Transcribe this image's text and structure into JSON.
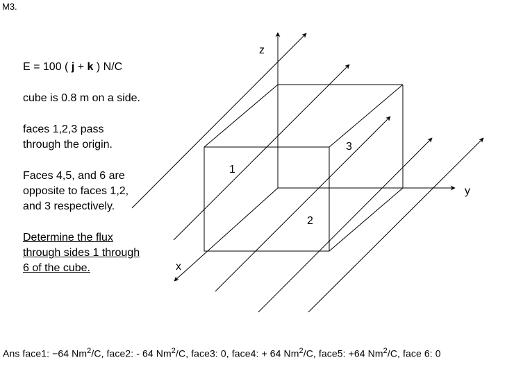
{
  "problem_id": "M3.",
  "field": {
    "prefix": "E = 100 ( ",
    "j": "j",
    "plus": " + ",
    "k": "k",
    "suffix": " ) N/C"
  },
  "statements": [
    "cube is 0.8 m on a side.",
    "faces 1,2,3 pass through the origin.",
    "Faces 4,5, and 6 are opposite to faces 1,2, and 3 respectively."
  ],
  "question": "Determine the flux through sides 1 through 6 of the cube.",
  "axes": {
    "x": "x",
    "y": "y",
    "z": "z"
  },
  "face_labels": [
    "1",
    "2",
    "3"
  ],
  "answer": {
    "prefix": "Ans  face1: −64 Nm",
    "p2": "/C, face2: - 64 Nm",
    "p3": "/C, face3: 0, face4: + 64 Nm",
    "p4": "/C, face5: +64 Nm",
    "p5": "/C, face 6: 0",
    "exp": "2"
  }
}
